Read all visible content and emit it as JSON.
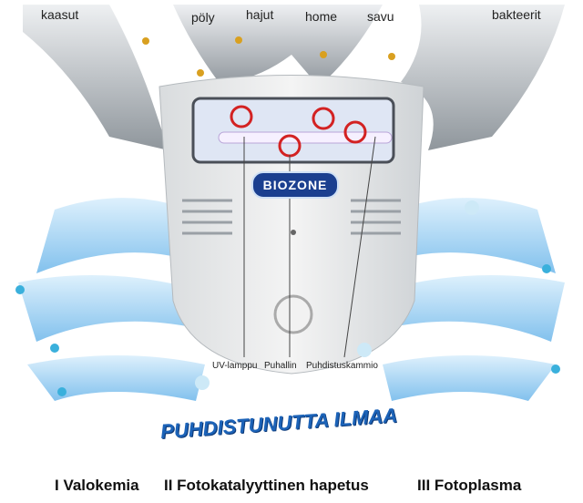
{
  "top_labels": [
    "kaasut",
    "pöly",
    "hajut",
    "home",
    "savu",
    "bakteerit"
  ],
  "device": {
    "logo": "BIOZONE",
    "parts": [
      "UV-lamppu",
      "Puhallin",
      "Puhdistuskammio"
    ]
  },
  "slogan": "PUHDISTUNUTTA ILMAA",
  "stages": [
    "I Valokemia",
    "II Fotokatalyyttinen hapetus",
    "III Fotoplasma"
  ],
  "colors": {
    "arrow_gray": "#c9cdd2",
    "air_blue": "#8fc8f0",
    "slogan_blue": "#1c63b8",
    "logo_blue": "#1b3f8f"
  }
}
